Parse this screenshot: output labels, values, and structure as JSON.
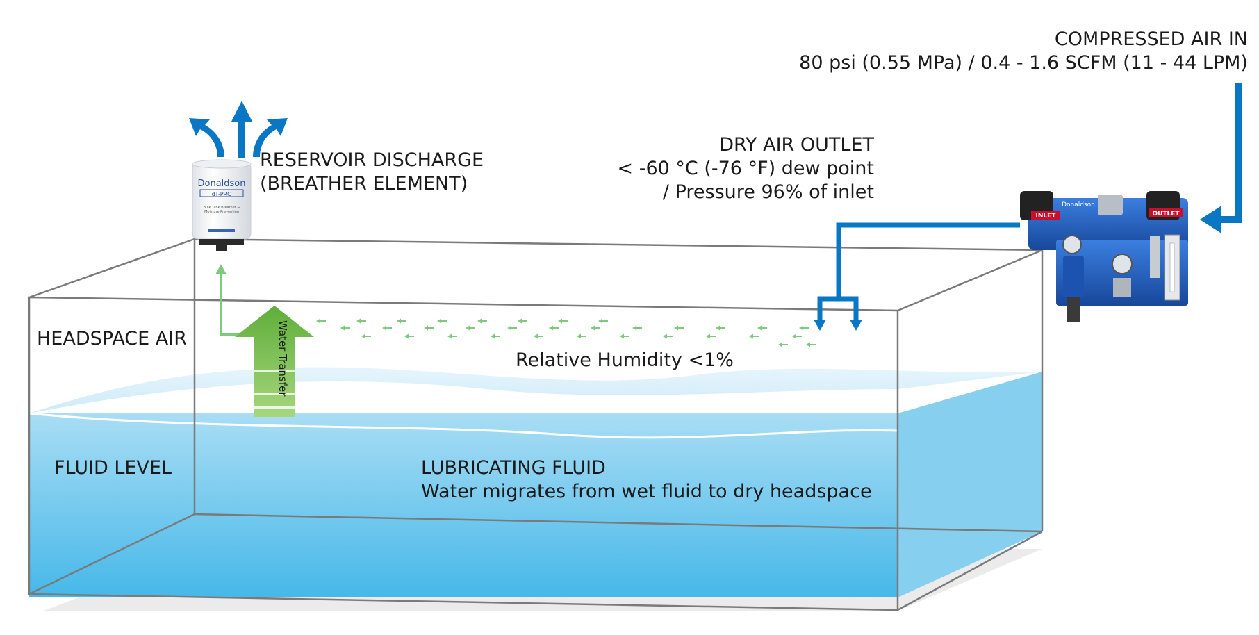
{
  "compressed_air": {
    "title": "COMPRESSED AIR IN",
    "spec": "80 psi (0.55 MPa) / 0.4 - 1.6 SCFM (11 - 44 LPM)"
  },
  "dry_air_outlet": {
    "title": "DRY AIR OUTLET",
    "line1": "< -60 °C (-76 °F) dew point",
    "line2": "/ Pressure 96% of inlet"
  },
  "reservoir": {
    "line1": "RESERVOIR DISCHARGE",
    "line2": "(BREATHER ELEMENT)"
  },
  "headspace_label": "HEADSPACE AIR",
  "fluid_level_label": "FLUID LEVEL",
  "humidity_label": "Relative Humidity <1%",
  "lubricating": {
    "title": "LUBRICATING FLUID",
    "desc": "Water migrates from wet fluid to dry headspace"
  },
  "water_transfer_label": "Water Transfer",
  "breather": {
    "brand": "Donaldson",
    "product": "dT-PRO",
    "caption1": "Bulk Tank Breather &",
    "caption2": "Moisture Prevention"
  },
  "dryer": {
    "brand": "Donaldson",
    "inlet_tag": "INLET",
    "outlet_tag": "OUTLET"
  },
  "colors": {
    "air_flow": "#0a77c4",
    "water_green": "#7fc97f",
    "arrow_green": "#6ab04c",
    "fluid_top": "#a7dcf3",
    "fluid_bottom": "#3fb6e8",
    "dryer_blue": "#1f5fbf"
  }
}
